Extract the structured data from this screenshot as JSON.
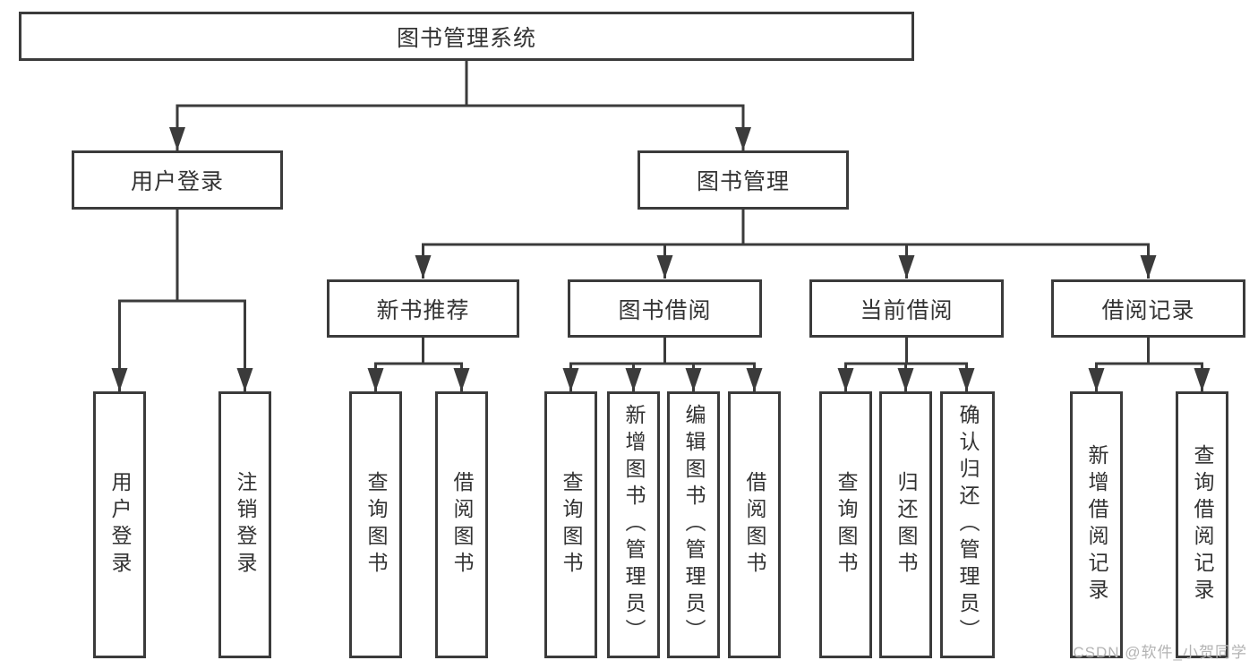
{
  "tree": {
    "root": {
      "label": "图书管理系统"
    },
    "level1": [
      {
        "label": "用户登录",
        "children": [
          {
            "label": "用户登录"
          },
          {
            "label": "注销登录"
          }
        ]
      },
      {
        "label": "图书管理",
        "children": [
          {
            "label": "新书推荐",
            "children": [
              {
                "label": "查询图书"
              },
              {
                "label": "借阅图书"
              }
            ]
          },
          {
            "label": "图书借阅",
            "children": [
              {
                "label": "查询图书"
              },
              {
                "label": "新增图书（管理员）"
              },
              {
                "label": "编辑图书（管理员）"
              },
              {
                "label": "借阅图书"
              }
            ]
          },
          {
            "label": "当前借阅",
            "children": [
              {
                "label": "查询图书"
              },
              {
                "label": "归还图书"
              },
              {
                "label": "确认归还（管理员）"
              }
            ]
          },
          {
            "label": "借阅记录",
            "children": [
              {
                "label": "新增借阅记录"
              },
              {
                "label": "查询借阅记录"
              }
            ]
          }
        ]
      }
    ]
  },
  "watermark": {
    "text": "CSDN @软件_小贺同学"
  },
  "colors": {
    "line": "#3b3b3b",
    "text": "#333333",
    "watermark": "#b3b3b3",
    "background": "#ffffff"
  }
}
